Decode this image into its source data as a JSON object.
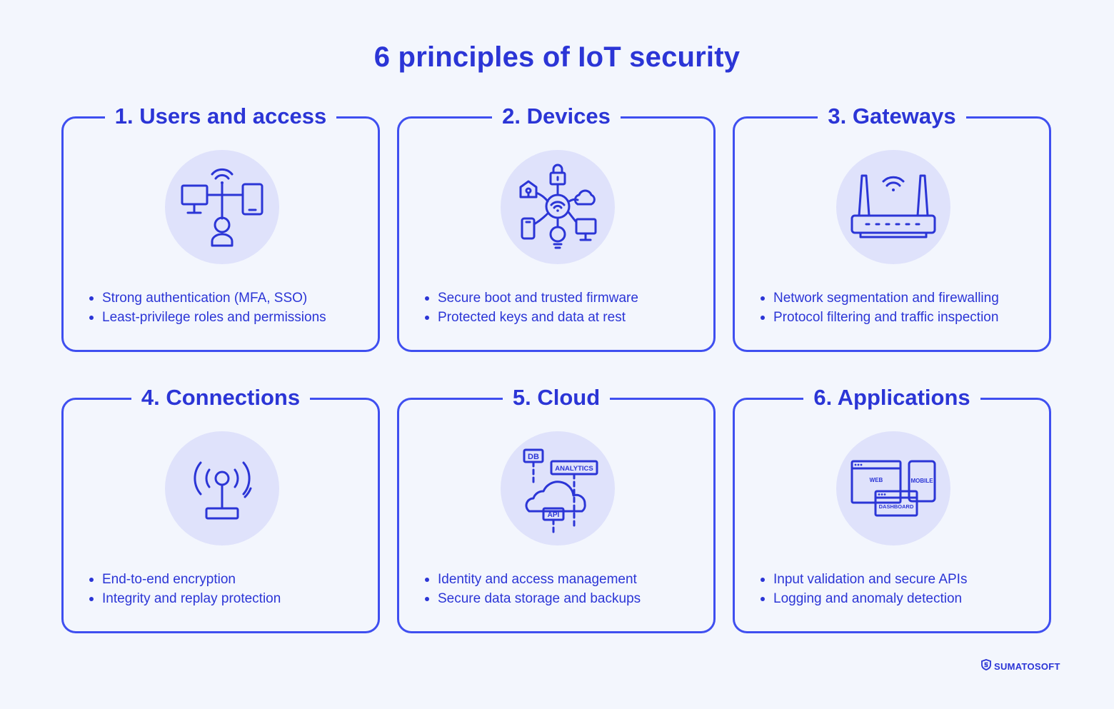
{
  "title": "6 principles of IoT security",
  "cards": [
    {
      "title": "1. Users and access",
      "icon": "users-network-icon",
      "bullets": [
        "Strong authentication (MFA, SSO)",
        "Least-privilege roles and permissions"
      ]
    },
    {
      "title": "2. Devices",
      "icon": "connected-devices-icon",
      "bullets": [
        "Secure boot and trusted firmware",
        "Protected keys and data at rest"
      ]
    },
    {
      "title": "3. Gateways",
      "icon": "router-icon",
      "bullets": [
        "Network segmentation and firewalling",
        "Protocol filtering and traffic inspection"
      ]
    },
    {
      "title": "4. Connections",
      "icon": "antenna-icon",
      "bullets": [
        "End-to-end encryption",
        "Integrity and replay protection"
      ]
    },
    {
      "title": "5. Cloud",
      "icon": "cloud-services-icon",
      "labels": [
        "DB",
        "ANALYTICS",
        "API"
      ],
      "bullets": [
        "Identity and access management",
        "Secure data storage and backups"
      ]
    },
    {
      "title": "6. Applications",
      "icon": "app-windows-icon",
      "labels": [
        "WEB",
        "MOBILE",
        "DASHBOARD"
      ],
      "bullets": [
        "Input validation and secure APIs",
        "Logging and anomaly detection"
      ]
    }
  ],
  "brand": {
    "name": "SUMATOSOFT",
    "icon": "shield-s-icon"
  },
  "colors": {
    "accent": "#2b35d6",
    "border": "#3f4ff0",
    "background": "#f3f6fd",
    "icon_bg": "#dfe2fb"
  }
}
